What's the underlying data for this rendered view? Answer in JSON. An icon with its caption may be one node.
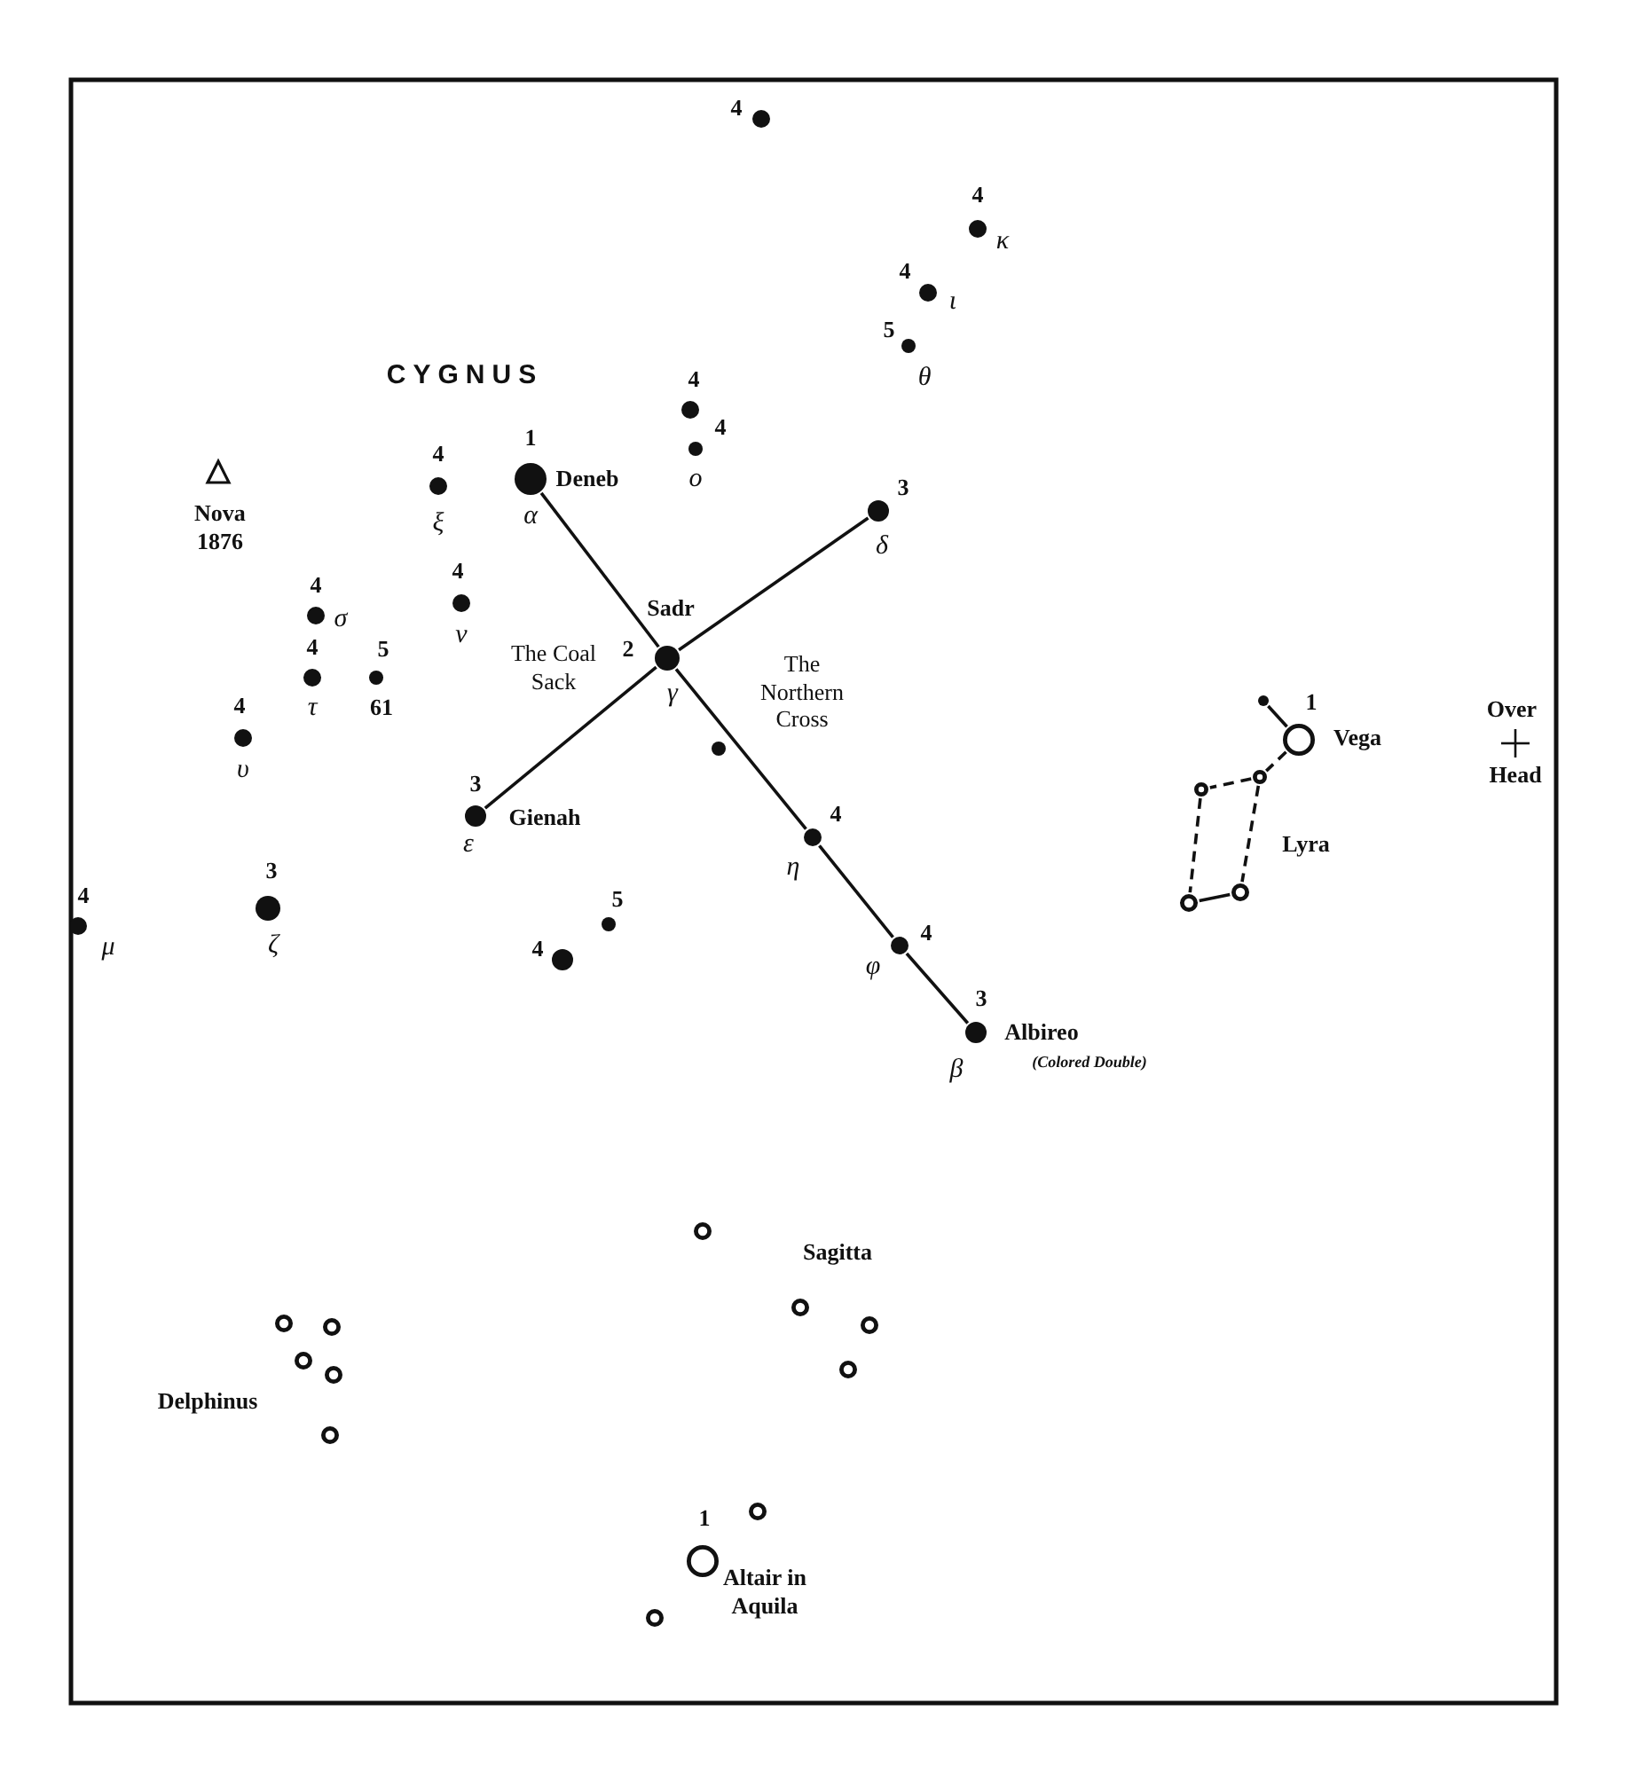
{
  "diagram": {
    "nodes": [
      {
        "text": [],
        "shape": "circle",
        "beside": [
          "4"
        ]
      },
      {
        "text": [],
        "shape": "circle",
        "beside": [
          "4",
          "κ"
        ]
      },
      {
        "text": [],
        "shape": "circle",
        "beside": [
          "4",
          "ι"
        ]
      },
      {
        "text": [],
        "shape": "circle",
        "beside": [
          "5",
          "θ"
        ]
      },
      {
        "text": [],
        "shape": "circle",
        "beside": [
          "4"
        ]
      },
      {
        "text": [],
        "shape": "circle",
        "beside": [
          "4",
          "ο"
        ]
      },
      {
        "text": [],
        "shape": "circle",
        "beside": [
          "1",
          "α",
          "Deneb"
        ]
      },
      {
        "text": [],
        "shape": "circle",
        "beside": [
          "4",
          "ξ"
        ]
      },
      {
        "text": [],
        "shape": "triangle",
        "beside": [
          "Nova 1876"
        ]
      },
      {
        "text": [],
        "shape": "circle",
        "beside": [
          "3",
          "δ"
        ]
      },
      {
        "text": [],
        "shape": "circle",
        "beside": [
          "4",
          "ν"
        ]
      },
      {
        "text": [],
        "shape": "circle",
        "beside": [
          "4",
          "σ"
        ]
      },
      {
        "text": [],
        "shape": "circle",
        "beside": [
          "2",
          "γ",
          "Sadr"
        ]
      },
      {
        "text": [],
        "shape": "circle",
        "beside": [
          "4",
          "τ"
        ]
      },
      {
        "text": [],
        "shape": "circle",
        "beside": [
          "5",
          "61"
        ]
      },
      {
        "text": [],
        "shape": "circle",
        "beside": [
          "4",
          "υ"
        ]
      },
      {
        "text": [],
        "shape": "circle"
      },
      {
        "text": [],
        "shape": "circle",
        "beside": [
          "3",
          "ε",
          "Gienah"
        ]
      },
      {
        "text": [],
        "shape": "circle",
        "beside": [
          "4",
          "η"
        ]
      },
      {
        "text": [],
        "shape": "circle",
        "beside": [
          "4",
          "μ"
        ]
      },
      {
        "text": [],
        "shape": "circle",
        "beside": [
          "3",
          "ζ"
        ]
      },
      {
        "text": [],
        "shape": "circle",
        "beside": [
          "5"
        ]
      },
      {
        "text": [],
        "shape": "circle",
        "beside": [
          "4"
        ]
      },
      {
        "text": [],
        "shape": "circle",
        "beside": [
          "4",
          "φ"
        ]
      },
      {
        "text": [],
        "shape": "circle",
        "beside": [
          "3",
          "β",
          "Albireo",
          "(Colored Double)"
        ]
      },
      {
        "text": [],
        "shape": "circle"
      },
      {
        "text": [],
        "shape": "circle",
        "beside": [
          "1",
          "Vega"
        ]
      },
      {
        "text": [],
        "shape": "circle"
      },
      {
        "text": [],
        "shape": "circle"
      },
      {
        "text": [],
        "shape": "circle"
      },
      {
        "text": [],
        "shape": "circle"
      },
      {
        "text": [],
        "shape": "circle"
      },
      {
        "text": [],
        "shape": "circle"
      },
      {
        "text": [],
        "shape": "circle"
      },
      {
        "text": [],
        "shape": "circle"
      },
      {
        "text": [],
        "shape": "circle"
      },
      {
        "text": [],
        "shape": "circle"
      },
      {
        "text": [],
        "shape": "circle"
      },
      {
        "text": [],
        "shape": "circle"
      },
      {
        "text": [],
        "shape": "circle"
      },
      {
        "text": [],
        "shape": "circle"
      },
      {
        "text": [],
        "shape": "circle",
        "beside": [
          "1",
          "Altair in Aquila"
        ]
      },
      {
        "text": [],
        "shape": "circle"
      }
    ],
    "edges": [
      {
        "from": 6,
        "to": 12,
        "arrow": "none"
      },
      {
        "from": 12,
        "to": 18,
        "arrow": "none"
      },
      {
        "from": 18,
        "to": 23,
        "arrow": "none"
      },
      {
        "from": 23,
        "to": 24,
        "arrow": "none"
      },
      {
        "from": 17,
        "to": 12,
        "arrow": "none"
      },
      {
        "from": 12,
        "to": 9,
        "arrow": "none"
      },
      {
        "from": 25,
        "to": 26,
        "arrow": "none"
      },
      {
        "from": 26,
        "to": 27,
        "arrow": "none",
        "style": "dashed"
      },
      {
        "from": 27,
        "to": 28,
        "arrow": "none",
        "style": "dashed"
      },
      {
        "from": 28,
        "to": 29,
        "arrow": "none",
        "style": "dashed"
      },
      {
        "from": 27,
        "to": 30,
        "arrow": "none",
        "style": "dashed"
      },
      {
        "from": 29,
        "to": 30,
        "arrow": "none"
      }
    ],
    "labels": [
      "CYGNUS",
      "The Coal Sack",
      "The Northern Cross",
      "Lyra",
      "Over",
      "Head",
      "Sagitta",
      "Delphinus"
    ]
  }
}
